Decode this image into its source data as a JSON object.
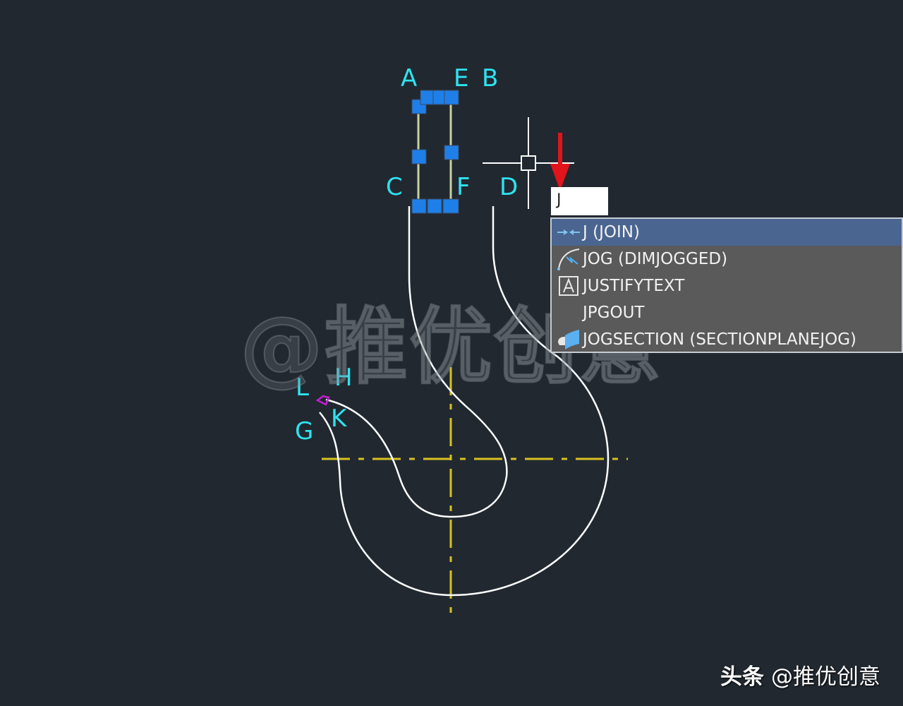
{
  "drawing": {
    "background": "#212830",
    "point_labels": [
      {
        "id": "A",
        "text": "A"
      },
      {
        "id": "E",
        "text": "E"
      },
      {
        "id": "B",
        "text": "B"
      },
      {
        "id": "C",
        "text": "C"
      },
      {
        "id": "F",
        "text": "F"
      },
      {
        "id": "D",
        "text": "D"
      },
      {
        "id": "L",
        "text": "L"
      },
      {
        "id": "H",
        "text": "H"
      },
      {
        "id": "K",
        "text": "K"
      },
      {
        "id": "G",
        "text": "G"
      }
    ],
    "label_color": "#2fe3f0",
    "grip_color": "#1e7fe8",
    "centerline_color": "#d8c020",
    "geometry_color": "#ffffff",
    "arrow_color": "#e0141a",
    "marker_color": "#c020d0"
  },
  "watermark": {
    "text": "@推优创意"
  },
  "command_line": {
    "input_value": "J"
  },
  "autocomplete": {
    "items": [
      {
        "icon": "join-icon",
        "label": "J (JOIN)",
        "selected": true
      },
      {
        "icon": "dimjogged-icon",
        "label": "JOG (DIMJOGGED)",
        "selected": false
      },
      {
        "icon": "justifytext-icon",
        "label": "JUSTIFYTEXT",
        "selected": false
      },
      {
        "icon": "",
        "label": "JPGOUT",
        "selected": false
      },
      {
        "icon": "jogsection-icon",
        "label": "JOGSECTION (SECTIONPLANEJOG)",
        "selected": false
      }
    ],
    "selected_bg": "#4a6590",
    "bg": "#5a5a5a"
  },
  "footer": {
    "brand_prefix": "头条",
    "brand_handle": "@推优创意"
  }
}
